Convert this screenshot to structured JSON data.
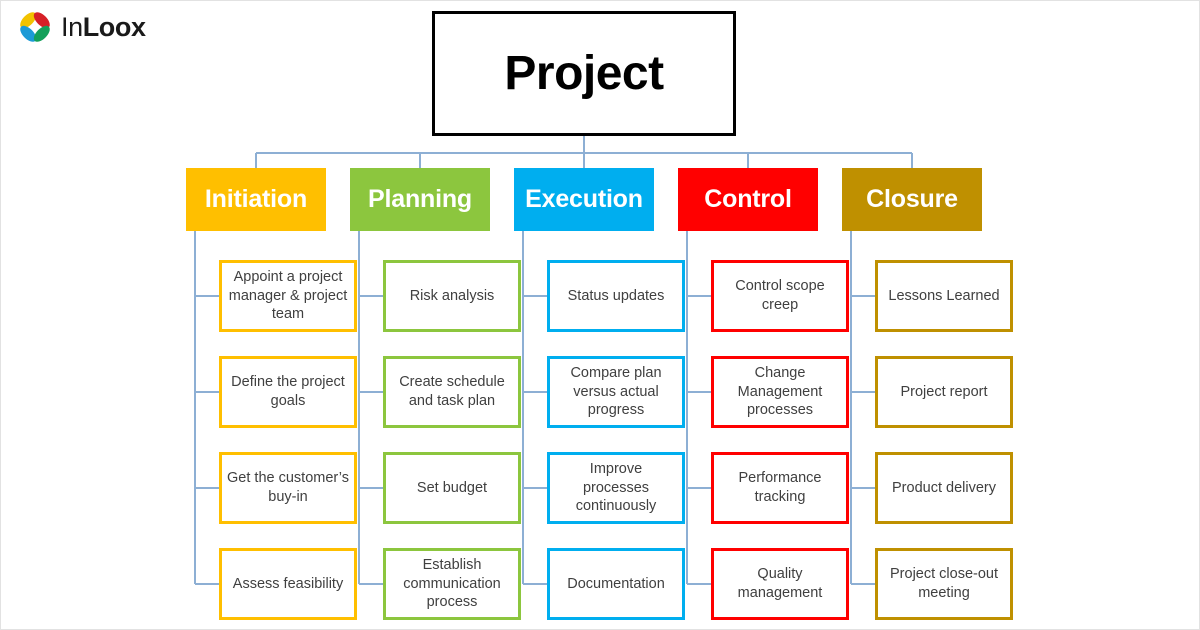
{
  "brand": {
    "logo_icon": "inloox-flower-icon",
    "name_light": "In",
    "name_bold": "Loox",
    "petal_colors": {
      "top_left": "#F2C200",
      "top_right": "#D62027",
      "bottom_left": "#1C9AD6",
      "bottom_right": "#13A05A"
    }
  },
  "diagram": {
    "type": "org-tree",
    "root": {
      "label": "Project",
      "border_color": "#000000",
      "fill": "#ffffff",
      "text_color": "#000000"
    },
    "connector_color": "#8DAFD4",
    "task_text_color": "#404040",
    "phases": [
      {
        "name": "Initiation",
        "color": "#FFBF00",
        "tasks": [
          "Appoint a project manager & project team",
          "Define the project goals",
          "Get the customer’s buy-in",
          "Assess feasibility"
        ]
      },
      {
        "name": "Planning",
        "color": "#8CC63E",
        "tasks": [
          "Risk analysis",
          "Create schedule and task plan",
          "Set budget",
          "Establish communication process"
        ]
      },
      {
        "name": "Execution",
        "color": "#00AEEF",
        "tasks": [
          "Status updates",
          "Compare plan versus actual progress",
          "Improve processes continuously",
          "Documentation"
        ]
      },
      {
        "name": "Control",
        "color": "#FF0000",
        "tasks": [
          "Control scope creep",
          "Change Management processes",
          "Performance tracking",
          "Quality management"
        ]
      },
      {
        "name": "Closure",
        "color": "#BF9000",
        "tasks": [
          "Lessons Learned",
          "Project report",
          "Product delivery",
          "Project close-out meeting"
        ]
      }
    ]
  }
}
